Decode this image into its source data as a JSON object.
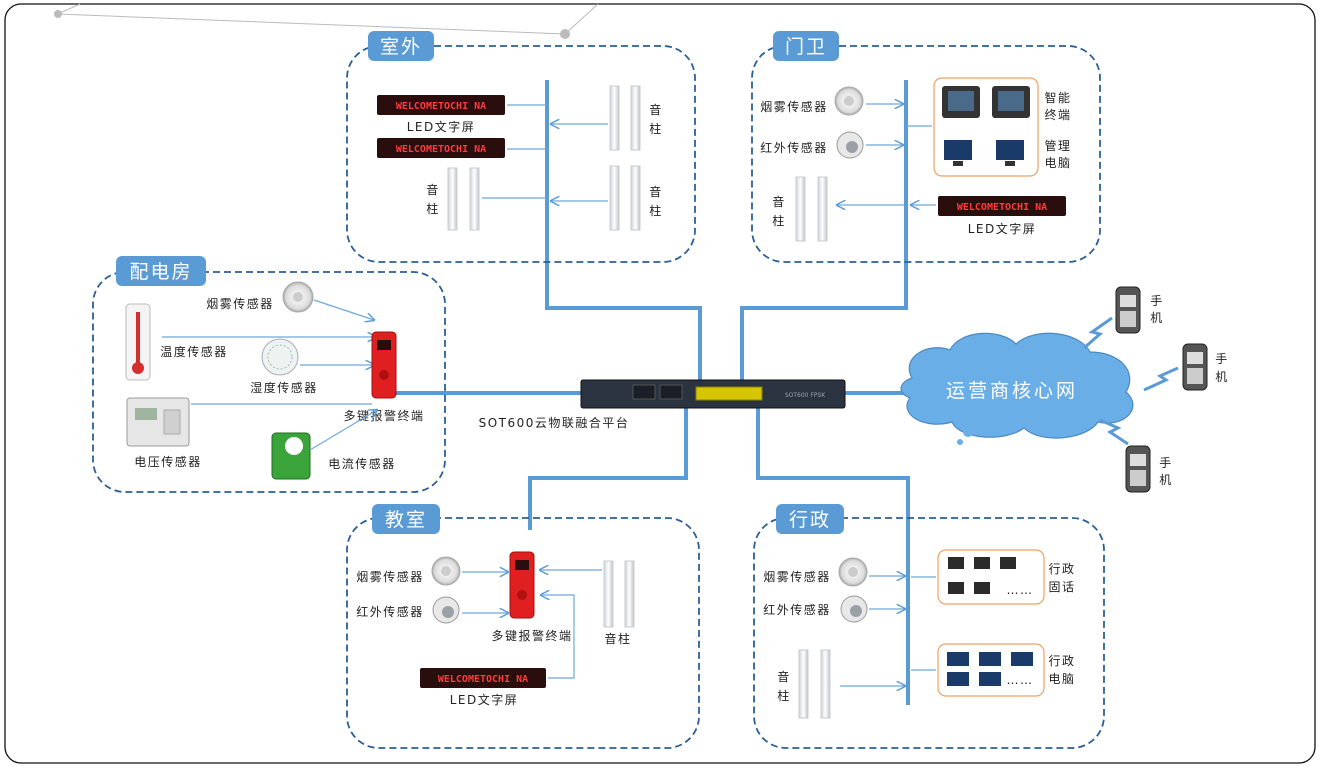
{
  "zones": {
    "outdoor": {
      "title": "室外"
    },
    "gate": {
      "title": "门卫"
    },
    "power_room": {
      "title": "配电房"
    },
    "classroom": {
      "title": "教室"
    },
    "admin": {
      "title": "行政"
    }
  },
  "labels": {
    "led_screen": "LED文字屏",
    "led_text": "WELCOMETOCHI NA",
    "speaker": "音柱",
    "speaker_v1": "音",
    "speaker_v2": "柱",
    "smoke_sensor": "烟雾传感器",
    "ir_sensor": "红外传感器",
    "smart_terminal_1": "智能",
    "smart_terminal_2": "终端",
    "mgmt_pc_1": "管理",
    "mgmt_pc_2": "电脑",
    "temp_sensor": "温度传感器",
    "humidity_sensor": "湿度传感器",
    "voltage_sensor": "电压传感器",
    "current_sensor": "电流传感器",
    "alarm_terminal": "多键报警终端",
    "platform": "SOT600云物联融合平台",
    "core_network": "运营商核心网",
    "phone_1": "手",
    "phone_2": "机",
    "admin_phone_1": "行政",
    "admin_phone_2": "固话",
    "admin_pc_1": "行政",
    "admin_pc_2": "电脑",
    "ellipsis": "……"
  },
  "colors": {
    "trunk": "#5b9bd5",
    "zone_border": "#2c5f95",
    "title_bg": "#5b9bd5",
    "cloud": "#6aaee8",
    "led_bg": "#2a0d0d",
    "alarm_red": "#e02020"
  }
}
